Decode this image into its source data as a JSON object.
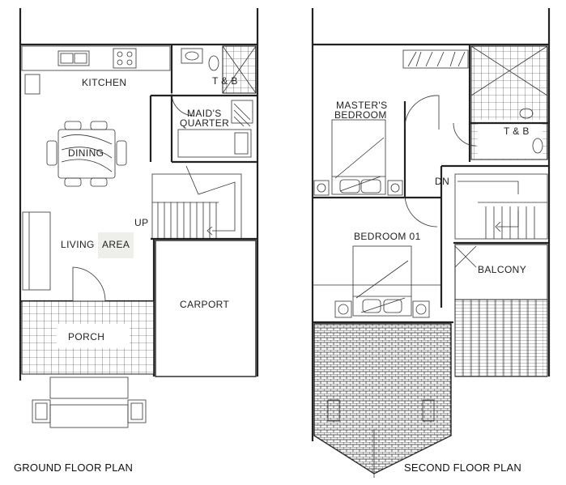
{
  "ground_floor": {
    "title": "GROUND FLOOR PLAN",
    "rooms": {
      "kitchen": "KITCHEN",
      "tb": "T & B",
      "maids_line1": "MAID'S",
      "maids_line2": "QUARTER",
      "dining": "DINING",
      "living_part1": "LIVING",
      "living_part2": "AREA",
      "up": "UP",
      "carport": "CARPORT",
      "porch": "PORCH"
    }
  },
  "second_floor": {
    "title": "SECOND FLOOR PLAN",
    "rooms": {
      "master_line1": "MASTER'S",
      "master_line2": "BEDROOM",
      "tb": "T & B",
      "dn": "DN",
      "bedroom1": "BEDROOM 01",
      "balcony": "BALCONY"
    }
  }
}
